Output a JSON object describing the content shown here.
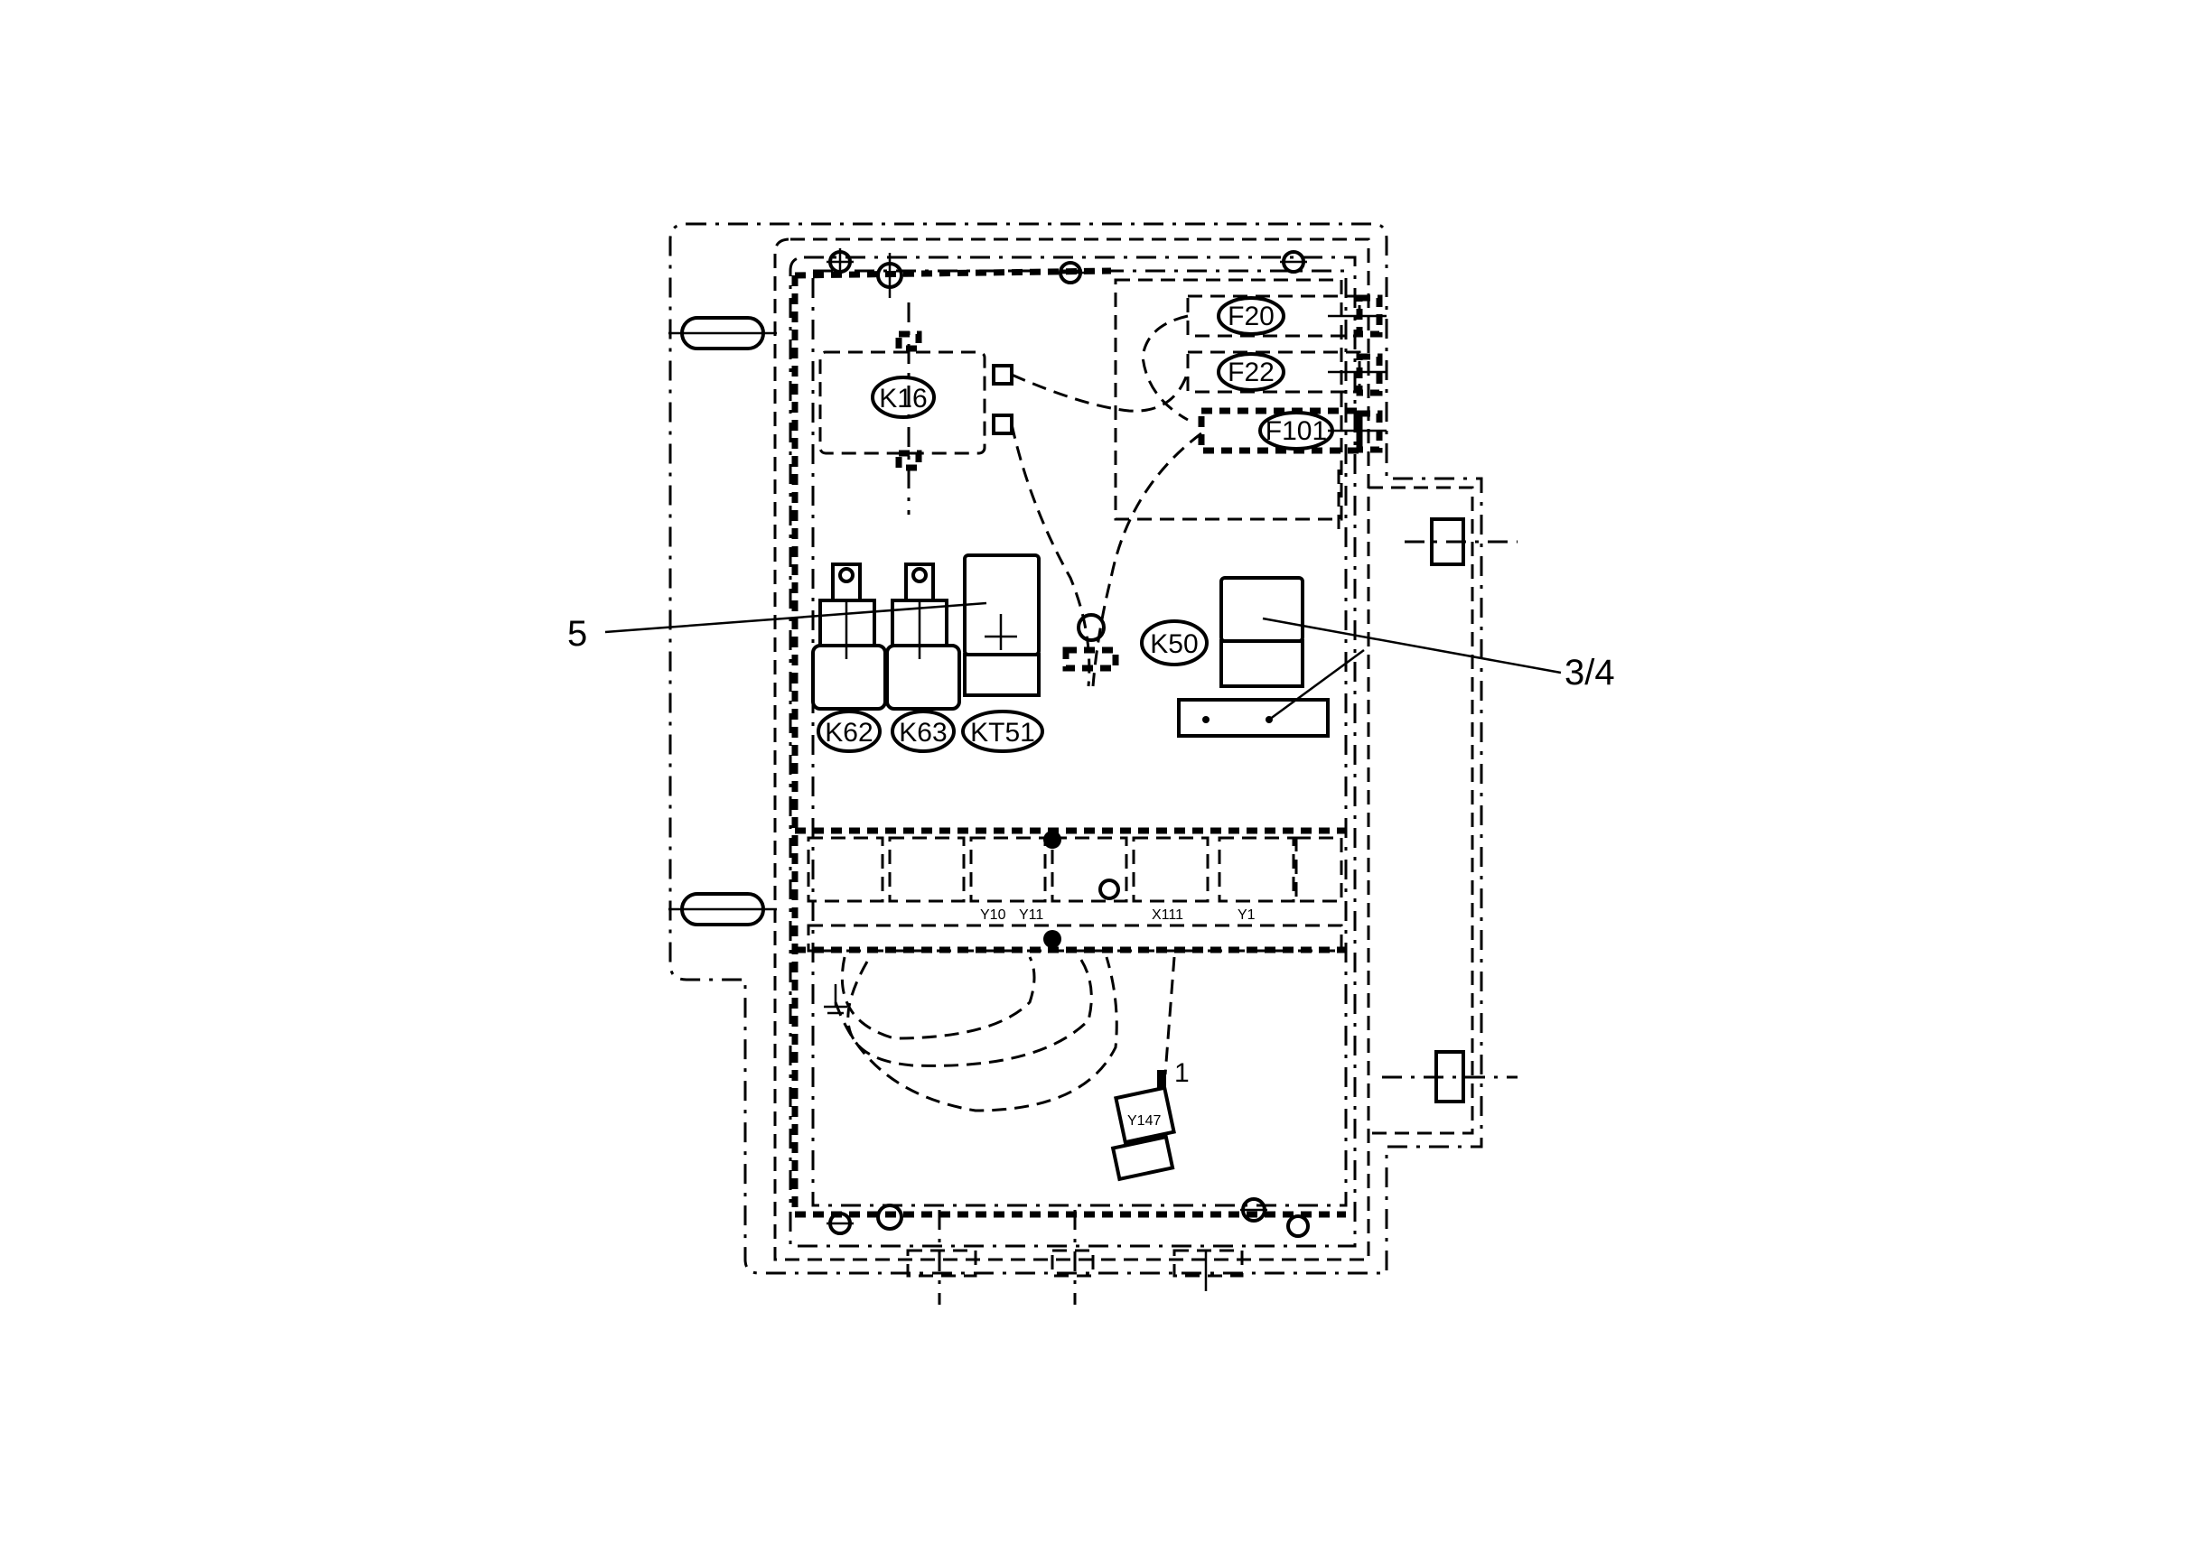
{
  "components": {
    "k16": "K16",
    "k62": "K62",
    "k63": "K63",
    "kt51": "KT51",
    "k50": "K50",
    "f20": "F20",
    "f22": "F22",
    "f101": "F101",
    "y147": "Y147"
  },
  "callouts": {
    "c5": "5",
    "c34": "3/4",
    "c1": "1"
  },
  "terminal_labels": {
    "y10": "Y10",
    "y11": "Y11",
    "x111": "X111",
    "y1": "Y1"
  }
}
